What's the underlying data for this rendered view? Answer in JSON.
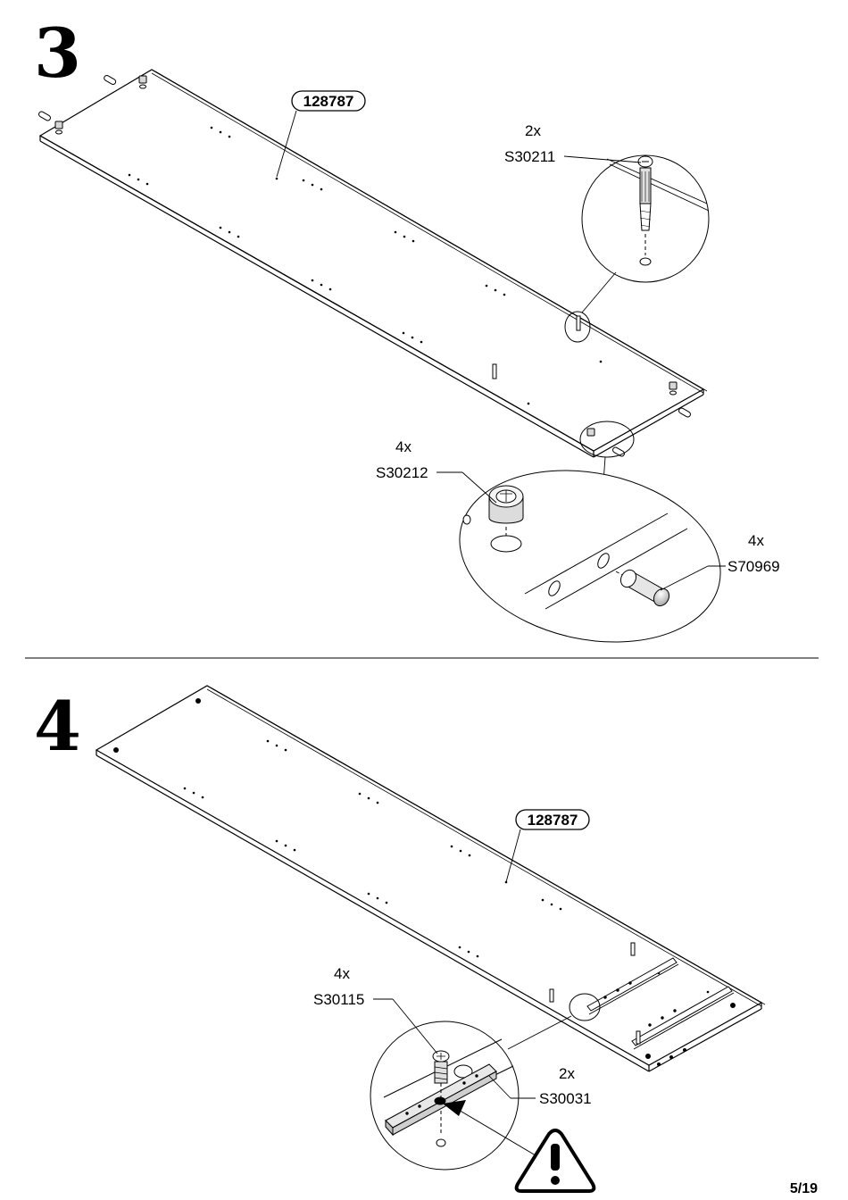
{
  "page": {
    "number": "5/19"
  },
  "step3": {
    "number": "3",
    "panel_part": "128787",
    "callouts": [
      {
        "qty": "2x",
        "code": "S30211"
      },
      {
        "qty": "4x",
        "code": "S30212"
      },
      {
        "qty": "4x",
        "code": "S70969"
      }
    ]
  },
  "step4": {
    "number": "4",
    "panel_part": "128787",
    "callouts": [
      {
        "qty": "4x",
        "code": "S30115"
      },
      {
        "qty": "2x",
        "code": "S30031"
      }
    ],
    "warning_icon": "warning-triangle-icon"
  }
}
